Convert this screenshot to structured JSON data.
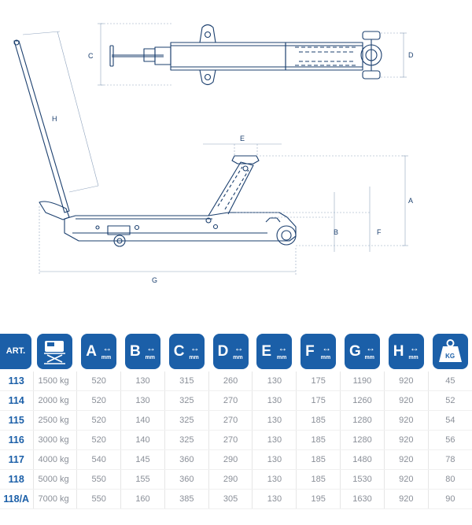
{
  "drawing": {
    "dimension_labels": [
      "C",
      "D",
      "H",
      "E",
      "A",
      "B",
      "F",
      "G"
    ]
  },
  "table": {
    "art_header": "ART.",
    "columns": [
      {
        "icon": "lift-platform-icon"
      },
      {
        "letter": "A",
        "unit": "mm"
      },
      {
        "letter": "B",
        "unit": "mm"
      },
      {
        "letter": "C",
        "unit": "mm"
      },
      {
        "letter": "D",
        "unit": "mm"
      },
      {
        "letter": "E",
        "unit": "mm"
      },
      {
        "letter": "F",
        "unit": "mm"
      },
      {
        "letter": "G",
        "unit": "mm"
      },
      {
        "letter": "H",
        "unit": "mm"
      },
      {
        "icon": "weight-icon",
        "unit": "KG"
      }
    ],
    "rows": [
      {
        "art": "113",
        "cells": [
          "1500 kg",
          "520",
          "130",
          "315",
          "260",
          "130",
          "175",
          "1190",
          "920",
          "45"
        ]
      },
      {
        "art": "114",
        "cells": [
          "2000 kg",
          "520",
          "130",
          "325",
          "270",
          "130",
          "175",
          "1260",
          "920",
          "52"
        ]
      },
      {
        "art": "115",
        "cells": [
          "2500 kg",
          "520",
          "140",
          "325",
          "270",
          "130",
          "185",
          "1280",
          "920",
          "54"
        ]
      },
      {
        "art": "116",
        "cells": [
          "3000 kg",
          "520",
          "140",
          "325",
          "270",
          "130",
          "185",
          "1280",
          "920",
          "56"
        ]
      },
      {
        "art": "117",
        "cells": [
          "4000 kg",
          "540",
          "145",
          "360",
          "290",
          "130",
          "185",
          "1480",
          "920",
          "78"
        ]
      },
      {
        "art": "118",
        "cells": [
          "5000 kg",
          "550",
          "155",
          "360",
          "290",
          "130",
          "185",
          "1530",
          "920",
          "80"
        ]
      },
      {
        "art": "118/A",
        "cells": [
          "7000 kg",
          "550",
          "160",
          "385",
          "305",
          "130",
          "195",
          "1630",
          "920",
          "90"
        ]
      }
    ]
  }
}
